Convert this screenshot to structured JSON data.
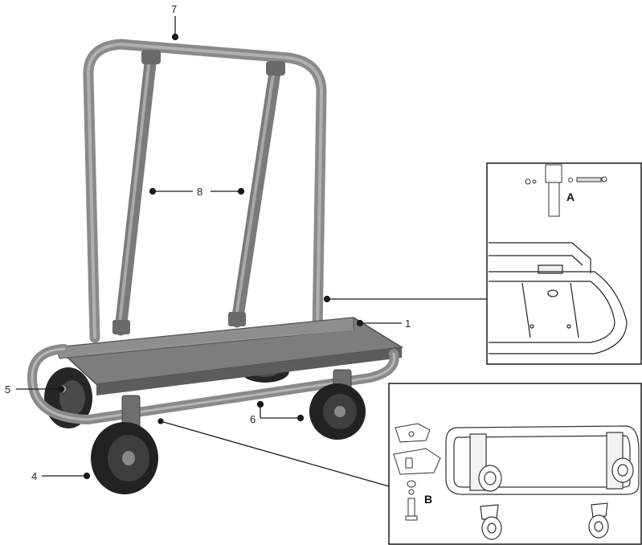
{
  "callouts": {
    "c1": "1",
    "c4": "4",
    "c5": "5",
    "c6": "6",
    "c7": "7",
    "c8": "8"
  },
  "insets": {
    "a_label": "A",
    "b_label": "B"
  },
  "colors": {
    "frame": "#8a8a8a",
    "frame_dark": "#5e5e5e",
    "deck": "#7d7d7d",
    "tire": "#222222",
    "line": "#1a1a1a"
  }
}
